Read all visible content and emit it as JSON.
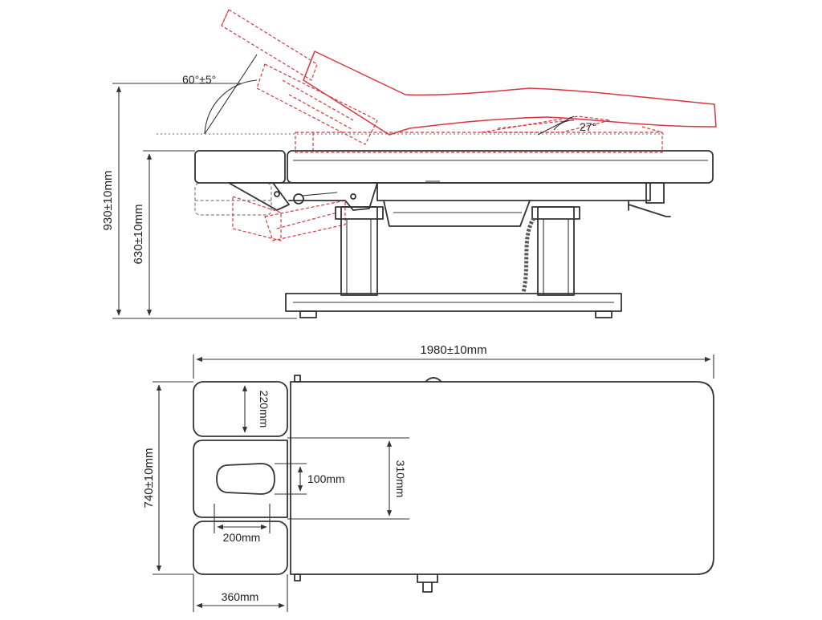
{
  "labels": {
    "headrest_angle": "60°±5°",
    "backrest_angle": "27°",
    "total_height": "930±10mm",
    "table_height": "630±10mm",
    "length": "1980±10mm",
    "width": "740±10mm",
    "headrest_length": "220mm",
    "face_hole": "100mm",
    "head_section": "310mm",
    "armrest_width": "200mm",
    "head_section_width": "360mm"
  },
  "colors": {
    "line": "#333333",
    "adjust": "#d9363e"
  }
}
